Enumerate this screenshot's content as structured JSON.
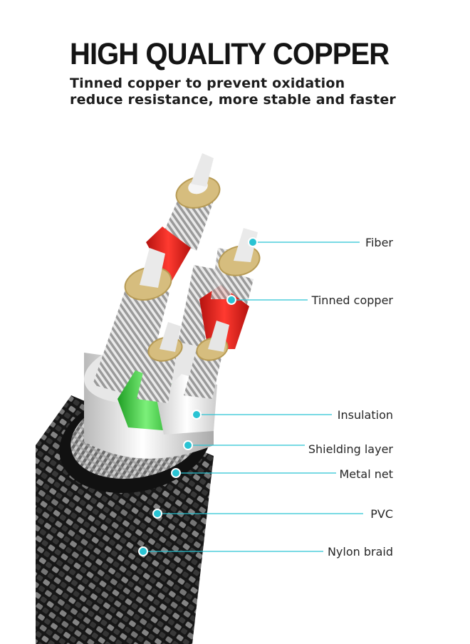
{
  "header": {
    "title": "HIGH QUALITY COPPER",
    "subtitle_line1": "Tinned copper to prevent oxidation",
    "subtitle_line2": "reduce resistance, more stable and faster"
  },
  "callouts": [
    {
      "label": "Fiber"
    },
    {
      "label": "Tinned copper"
    },
    {
      "label": "Insulation"
    },
    {
      "label": "Shielding layer"
    },
    {
      "label": "Metal net"
    },
    {
      "label": "PVC"
    },
    {
      "label": "Nylon braid"
    }
  ],
  "colors": {
    "leader_line": "#29c3d3",
    "insulation_red": "#e0241e",
    "insulation_green": "#3ccf3c",
    "insulation_white": "#f2f2f2",
    "tinned_copper": "#d9c184",
    "braid": "#3a3a3a"
  }
}
